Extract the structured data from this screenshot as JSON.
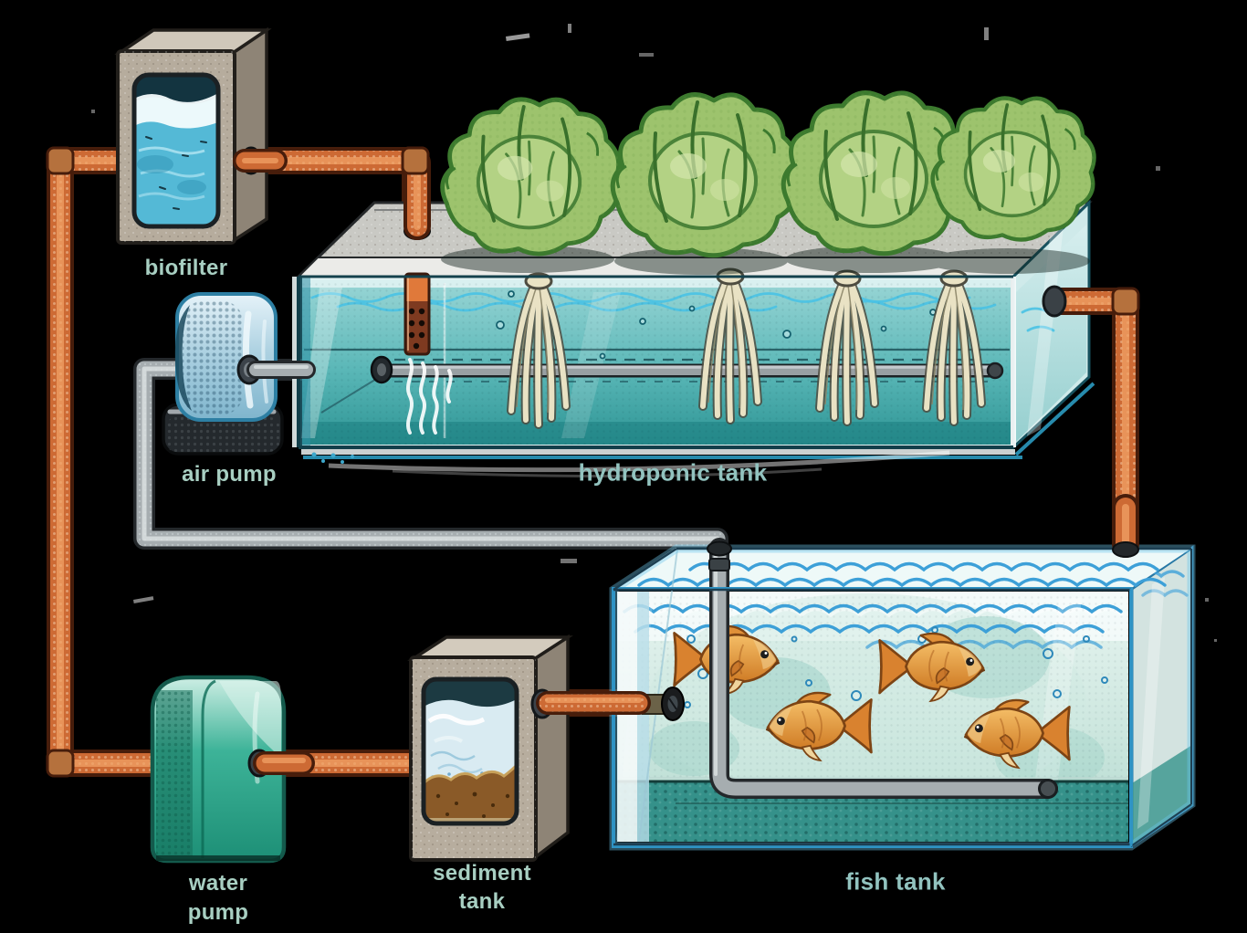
{
  "diagram": {
    "description": "hand-drawn aquaponics system illustration on black background",
    "background_color": "#000000",
    "label_color": "#a8cfc2",
    "components": [
      {
        "id": "biofilter",
        "label": "biofilter",
        "type": "filter-box"
      },
      {
        "id": "air-pump",
        "label": "air pump",
        "type": "pump"
      },
      {
        "id": "hydroponic-tank",
        "label": "hydroponic tank",
        "type": "tank",
        "contents": {
          "lettuce_plants": 4,
          "root_bundles": 4,
          "air_diffuser_bar": true,
          "water_inlet_diffuser": true
        }
      },
      {
        "id": "fish-tank",
        "label": "fish tank",
        "type": "tank",
        "contents": {
          "goldfish": 4,
          "air_bar": true,
          "inlet_nozzle": true
        }
      },
      {
        "id": "sediment-tank",
        "label": "sediment tank",
        "label_lines": [
          "sediment",
          "tank"
        ],
        "type": "filter-box"
      },
      {
        "id": "water-pump",
        "label": "water pump",
        "label_lines": [
          "water",
          "pump"
        ],
        "type": "pump"
      }
    ],
    "pipes": {
      "water_loop_color": "#cd6a34",
      "air_line_color": "#a6adb0"
    },
    "palette": {
      "water_teal": "#57b5b5",
      "fish_tank_blue": "#3fa9dc",
      "goldfish_orange": "#e2913a",
      "lettuce_green": "#9dc36d",
      "pump_teal": "#2fae93",
      "pump_blue": "#aed2e2",
      "sediment_brown": "#8a5a28",
      "box_tan": "#b6ac9d"
    }
  }
}
